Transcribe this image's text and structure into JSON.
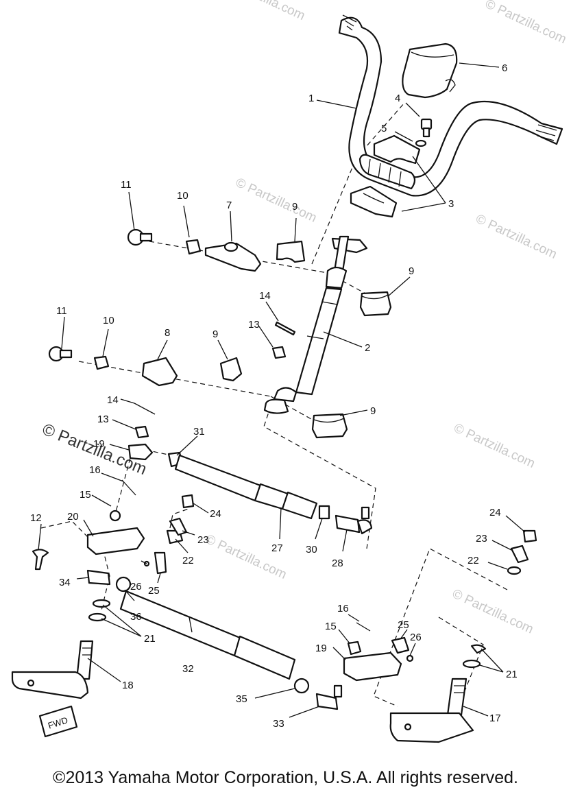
{
  "diagram": {
    "labels": {
      "n1": "1",
      "n2": "2",
      "n3": "3",
      "n4": "4",
      "n5": "5",
      "n6": "6",
      "n7": "7",
      "n8": "8",
      "n9a": "9",
      "n9b": "9",
      "n9c": "9",
      "n9d": "9",
      "n10a": "10",
      "n10b": "10",
      "n11a": "11",
      "n11b": "11",
      "n12": "12",
      "n13a": "13",
      "n13b": "13",
      "n14a": "14",
      "n14b": "14",
      "n15a": "15",
      "n15b": "15",
      "n16a": "16",
      "n16b": "16",
      "n17": "17",
      "n18": "18",
      "n19a": "19",
      "n19b": "19",
      "n20": "20",
      "n21a": "21",
      "n21b": "21",
      "n22a": "22",
      "n22b": "22",
      "n23a": "23",
      "n23b": "23",
      "n24a": "24",
      "n24b": "24",
      "n25a": "25",
      "n25b": "25",
      "n26a": "26",
      "n26b": "26",
      "n27": "27",
      "n28": "28",
      "n30": "30",
      "n31": "31",
      "n32": "32",
      "n33": "33",
      "n34": "34",
      "n35": "35",
      "n36": "36"
    },
    "fwd_tag": "FWD",
    "watermark_text": "© Partzilla.com",
    "watermark_large": "© Partzilla.com"
  },
  "footer": {
    "copyright": "©2013  Yamaha Motor Corporation, U.S.A. All rights reserved."
  }
}
